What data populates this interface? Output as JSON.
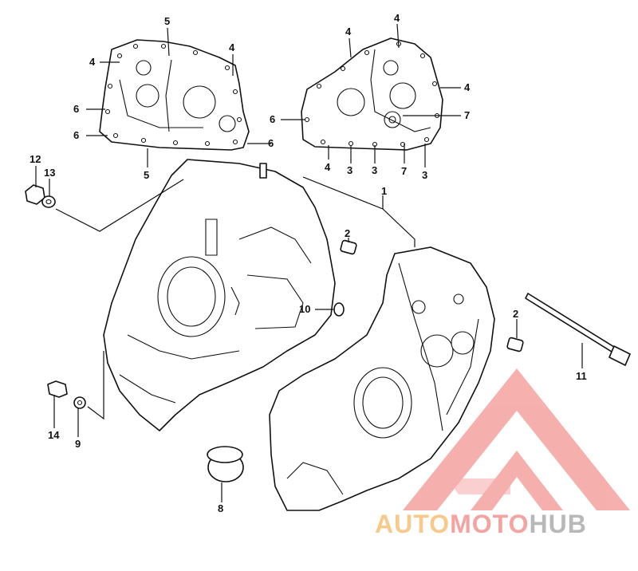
{
  "diagram": {
    "labels": {
      "l1": "1",
      "l2a": "2",
      "l2b": "2",
      "l3a": "3",
      "l3b": "3",
      "l3c": "3",
      "l4a": "4",
      "l4b": "4",
      "l4c": "4",
      "l4d": "4",
      "l4e": "4",
      "l4f": "4",
      "l5a": "5",
      "l5b": "5",
      "l6a": "6",
      "l6b": "6",
      "l6c": "6",
      "l6d": "6",
      "l7a": "7",
      "l7b": "7",
      "l8": "8",
      "l9": "9",
      "l10": "10",
      "l11": "11",
      "l12": "12",
      "l13": "13",
      "l14": "14"
    }
  },
  "watermark": {
    "part1": "AUTO",
    "part2": "MOTO",
    "part3": "HUB",
    "color_auto": "#f7c98a",
    "color_moto": "#f4a3a0",
    "color_hub": "#b8b8b8",
    "color_logo": "#f08a86"
  }
}
